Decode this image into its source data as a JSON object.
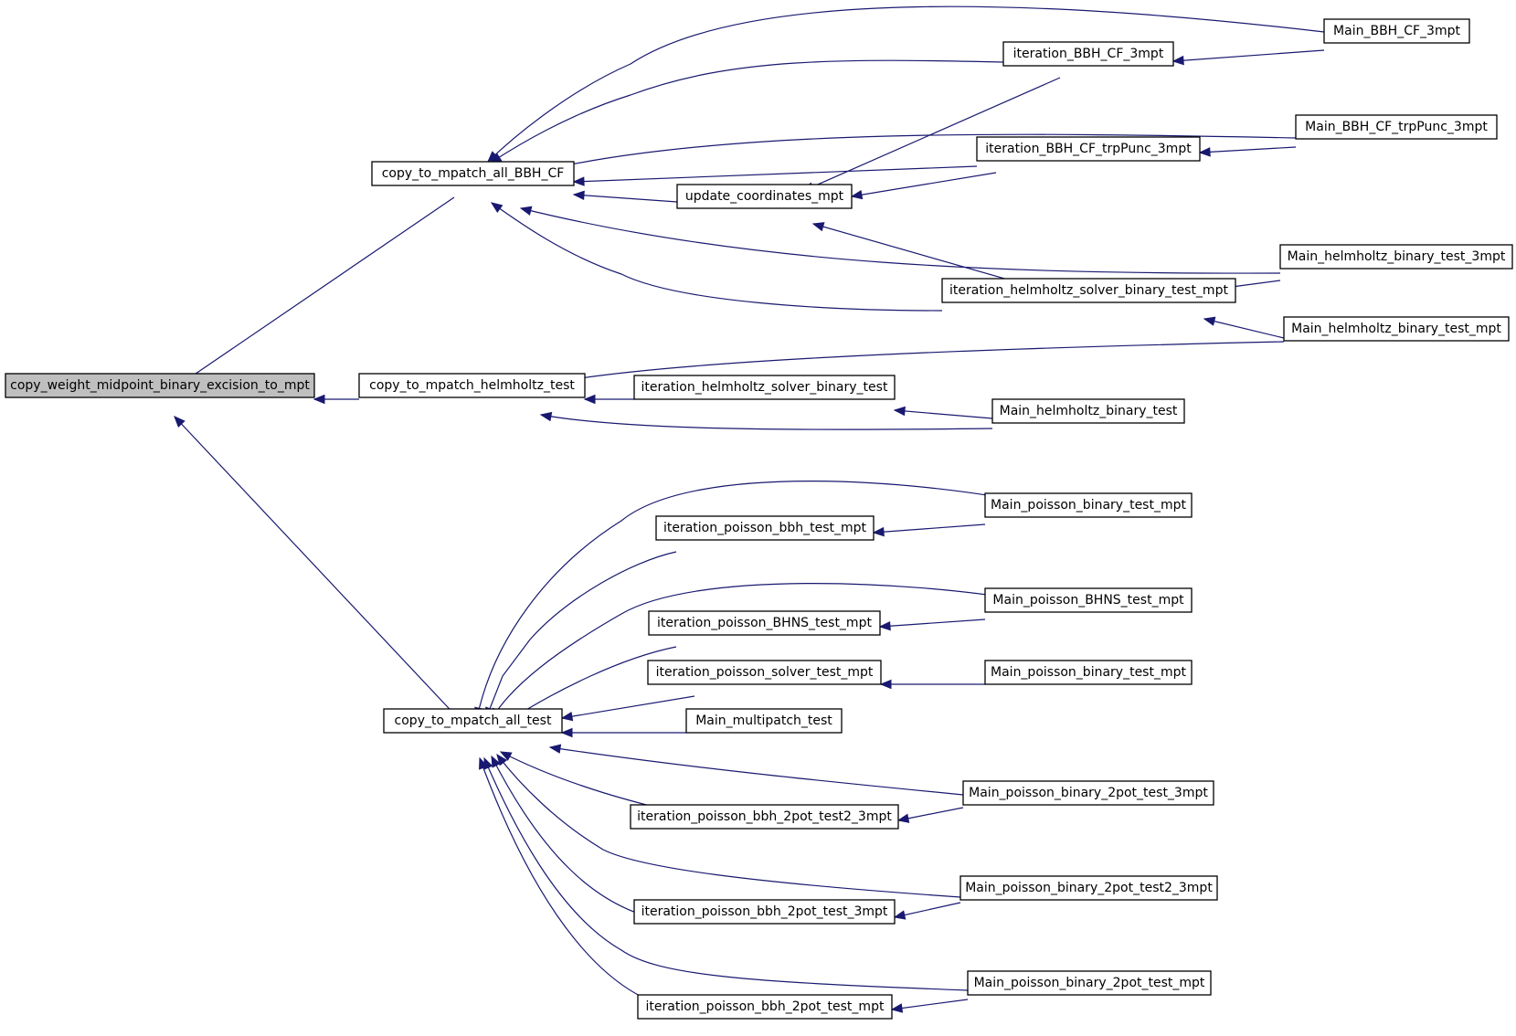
{
  "nodes": [
    {
      "id": "root",
      "label": "copy_weight_midpoint_binary_excision_to_mpt",
      "root": true
    },
    {
      "id": "bbhcf",
      "label": "copy_to_mpatch_all_BBH_CF"
    },
    {
      "id": "helm",
      "label": "copy_to_mpatch_helmholtz_test"
    },
    {
      "id": "alltest",
      "label": "copy_to_mpatch_all_test"
    },
    {
      "id": "iter_bbh_cf_3mpt",
      "label": "iteration_BBH_CF_3mpt"
    },
    {
      "id": "main_bbh_cf_3mpt",
      "label": "Main_BBH_CF_3mpt"
    },
    {
      "id": "iter_bbh_cf_trp",
      "label": "iteration_BBH_CF_trpPunc_3mpt"
    },
    {
      "id": "main_bbh_cf_trp",
      "label": "Main_BBH_CF_trpPunc_3mpt"
    },
    {
      "id": "update_coords",
      "label": "update_coordinates_mpt"
    },
    {
      "id": "main_helm_3mpt",
      "label": "Main_helmholtz_binary_test_3mpt"
    },
    {
      "id": "iter_helm_mpt",
      "label": "iteration_helmholtz_solver_binary_test_mpt"
    },
    {
      "id": "main_helm_mpt",
      "label": "Main_helmholtz_binary_test_mpt"
    },
    {
      "id": "iter_helm",
      "label": "iteration_helmholtz_solver_binary_test"
    },
    {
      "id": "main_helm",
      "label": "Main_helmholtz_binary_test"
    },
    {
      "id": "main_pois_bin_mpt_1",
      "label": "Main_poisson_binary_test_mpt"
    },
    {
      "id": "iter_pois_bbh",
      "label": "iteration_poisson_bbh_test_mpt"
    },
    {
      "id": "main_pois_bhns",
      "label": "Main_poisson_BHNS_test_mpt"
    },
    {
      "id": "iter_pois_bhns",
      "label": "iteration_poisson_BHNS_test_mpt"
    },
    {
      "id": "iter_pois_solver",
      "label": "iteration_poisson_solver_test_mpt"
    },
    {
      "id": "main_pois_bin_mpt_2",
      "label": "Main_poisson_binary_test_mpt"
    },
    {
      "id": "main_multipatch",
      "label": "Main_multipatch_test"
    },
    {
      "id": "main_pois_2pot_3mpt",
      "label": "Main_poisson_binary_2pot_test_3mpt"
    },
    {
      "id": "iter_pois_2pot_test2_3mpt",
      "label": "iteration_poisson_bbh_2pot_test2_3mpt"
    },
    {
      "id": "main_pois_2pot_test2_3mpt",
      "label": "Main_poisson_binary_2pot_test2_3mpt"
    },
    {
      "id": "iter_pois_2pot_3mpt",
      "label": "iteration_poisson_bbh_2pot_test_3mpt"
    },
    {
      "id": "main_pois_2pot_mpt",
      "label": "Main_poisson_binary_2pot_test_mpt"
    },
    {
      "id": "iter_pois_2pot_mpt",
      "label": "iteration_poisson_bbh_2pot_test_mpt"
    }
  ],
  "edges": [
    {
      "from": "bbhcf",
      "to": "root"
    },
    {
      "from": "helm",
      "to": "root"
    },
    {
      "from": "alltest",
      "to": "root"
    },
    {
      "from": "iter_bbh_cf_3mpt",
      "to": "bbhcf"
    },
    {
      "from": "main_bbh_cf_3mpt",
      "to": "bbhcf"
    },
    {
      "from": "main_bbh_cf_3mpt",
      "to": "iter_bbh_cf_3mpt"
    },
    {
      "from": "iter_bbh_cf_trp",
      "to": "bbhcf"
    },
    {
      "from": "main_bbh_cf_trp",
      "to": "bbhcf"
    },
    {
      "from": "main_bbh_cf_trp",
      "to": "iter_bbh_cf_trp"
    },
    {
      "from": "update_coords",
      "to": "bbhcf"
    },
    {
      "from": "iter_bbh_cf_3mpt",
      "to": "update_coords"
    },
    {
      "from": "iter_bbh_cf_trp",
      "to": "update_coords"
    },
    {
      "from": "iter_helm_mpt",
      "to": "update_coords"
    },
    {
      "from": "main_helm_3mpt",
      "to": "bbhcf"
    },
    {
      "from": "iter_helm_mpt",
      "to": "bbhcf"
    },
    {
      "from": "main_helm_3mpt",
      "to": "iter_helm_mpt"
    },
    {
      "from": "main_helm_mpt",
      "to": "iter_helm_mpt"
    },
    {
      "from": "main_helm_mpt",
      "to": "helm"
    },
    {
      "from": "iter_helm",
      "to": "helm"
    },
    {
      "from": "main_helm",
      "to": "helm"
    },
    {
      "from": "main_helm",
      "to": "iter_helm"
    },
    {
      "from": "main_pois_bin_mpt_1",
      "to": "alltest"
    },
    {
      "from": "iter_pois_bbh",
      "to": "alltest"
    },
    {
      "from": "main_pois_bin_mpt_1",
      "to": "iter_pois_bbh"
    },
    {
      "from": "main_pois_bhns",
      "to": "alltest"
    },
    {
      "from": "iter_pois_bhns",
      "to": "alltest"
    },
    {
      "from": "main_pois_bhns",
      "to": "iter_pois_bhns"
    },
    {
      "from": "iter_pois_solver",
      "to": "alltest"
    },
    {
      "from": "main_pois_bin_mpt_2",
      "to": "iter_pois_solver"
    },
    {
      "from": "main_multipatch",
      "to": "alltest"
    },
    {
      "from": "main_pois_2pot_3mpt",
      "to": "alltest"
    },
    {
      "from": "iter_pois_2pot_test2_3mpt",
      "to": "alltest"
    },
    {
      "from": "main_pois_2pot_3mpt",
      "to": "iter_pois_2pot_test2_3mpt"
    },
    {
      "from": "main_pois_2pot_test2_3mpt",
      "to": "alltest"
    },
    {
      "from": "iter_pois_2pot_3mpt",
      "to": "alltest"
    },
    {
      "from": "main_pois_2pot_test2_3mpt",
      "to": "iter_pois_2pot_3mpt"
    },
    {
      "from": "main_pois_2pot_mpt",
      "to": "alltest"
    },
    {
      "from": "iter_pois_2pot_mpt",
      "to": "alltest"
    },
    {
      "from": "main_pois_2pot_mpt",
      "to": "iter_pois_2pot_mpt"
    }
  ],
  "colors": {
    "edge": "#191970",
    "root_fill": "#bfbfbf",
    "node_fill": "#ffffff",
    "node_stroke": "#000000"
  }
}
